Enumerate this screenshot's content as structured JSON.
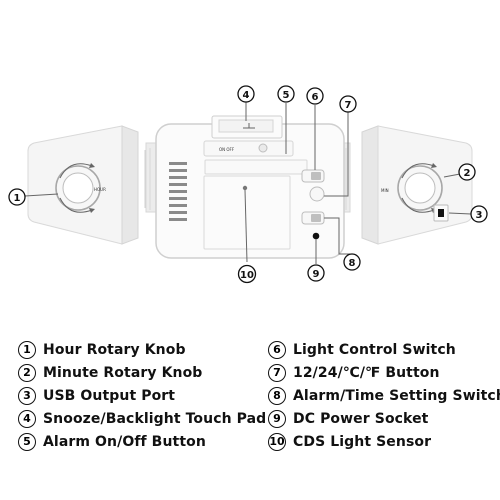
{
  "callouts": [
    {
      "num": "1"
    },
    {
      "num": "2"
    },
    {
      "num": "3"
    },
    {
      "num": "4"
    },
    {
      "num": "5"
    },
    {
      "num": "6"
    },
    {
      "num": "7"
    },
    {
      "num": "8"
    },
    {
      "num": "9"
    },
    {
      "num": "10"
    }
  ],
  "device_labels": {
    "on_off": "ON  OFF",
    "hour_side": "HOUR",
    "min_side": "MIN"
  },
  "legend": {
    "left": [
      {
        "num": "1",
        "label": "Hour Rotary Knob"
      },
      {
        "num": "2",
        "label": "Minute Rotary Knob"
      },
      {
        "num": "3",
        "label": "USB Output Port"
      },
      {
        "num": "4",
        "label": "Snooze/Backlight Touch Pad"
      },
      {
        "num": "5",
        "label": "Alarm On/Off Button"
      }
    ],
    "right": [
      {
        "num": "6",
        "label": "Light Control Switch"
      },
      {
        "num": "7",
        "label": "12/24/℃/℉ Button"
      },
      {
        "num": "8",
        "label": "Alarm/Time Setting Switch"
      },
      {
        "num": "9",
        "label": "DC Power Socket"
      },
      {
        "num": "10",
        "label": "CDS Light Sensor"
      }
    ]
  }
}
